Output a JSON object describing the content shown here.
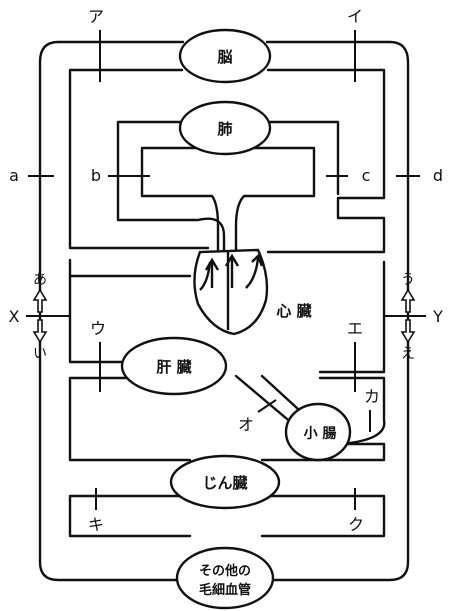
{
  "organs": {
    "brain": "脳",
    "lung": "肺",
    "heart": "心 臓",
    "liver": "肝 臓",
    "small_intestine": "小 腸",
    "kidney": "じん臓",
    "other_capillaries_line1": "その他の",
    "other_capillaries_line2": "毛細血管"
  },
  "vessel_labels": {
    "a": "a",
    "b": "b",
    "c": "c",
    "d": "d",
    "X": "X",
    "Y": "Y",
    "A": "ア",
    "I": "イ",
    "U": "ウ",
    "E": "エ",
    "O": "オ",
    "KA": "カ",
    "KI": "キ",
    "KU": "ク"
  },
  "direction_labels": {
    "left_up": "あ",
    "left_down": "い",
    "right_up": "う",
    "right_down": "え"
  }
}
